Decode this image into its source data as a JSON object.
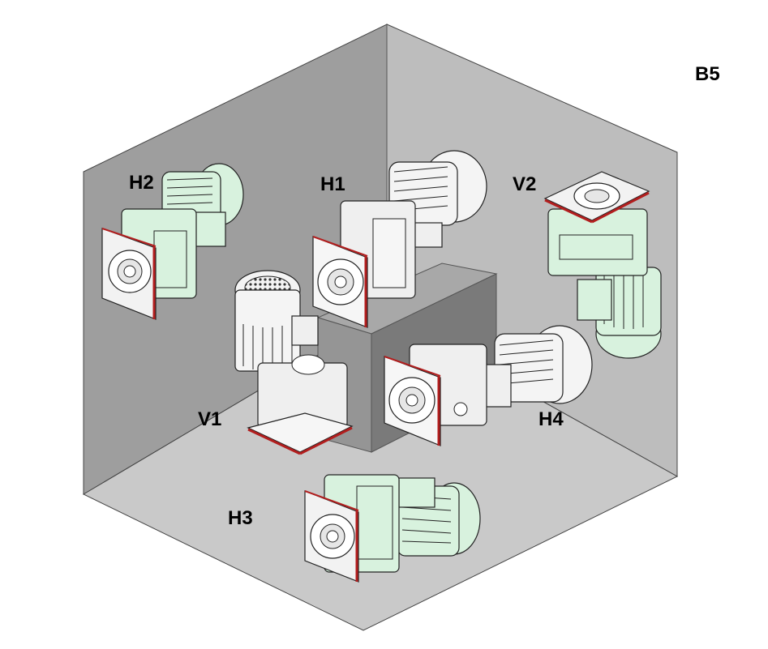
{
  "figure_label": "B5",
  "mounting_positions": [
    {
      "id": "H1",
      "label": "H1"
    },
    {
      "id": "H2",
      "label": "H2"
    },
    {
      "id": "H3",
      "label": "H3"
    },
    {
      "id": "H4",
      "label": "H4"
    },
    {
      "id": "V1",
      "label": "V1"
    },
    {
      "id": "V2",
      "label": "V2"
    }
  ],
  "colors": {
    "wall_back_left": "#9e9e9e",
    "wall_back_right": "#bdbdbd",
    "floor": "#c8c8c8",
    "cube_front": "#9a9a9a",
    "cube_side": "#787878",
    "cube_top": "#a8a8a8",
    "green_motor": "#d8f2de",
    "gray_motor": "#efefef",
    "flange_red": "#b21e1e"
  }
}
